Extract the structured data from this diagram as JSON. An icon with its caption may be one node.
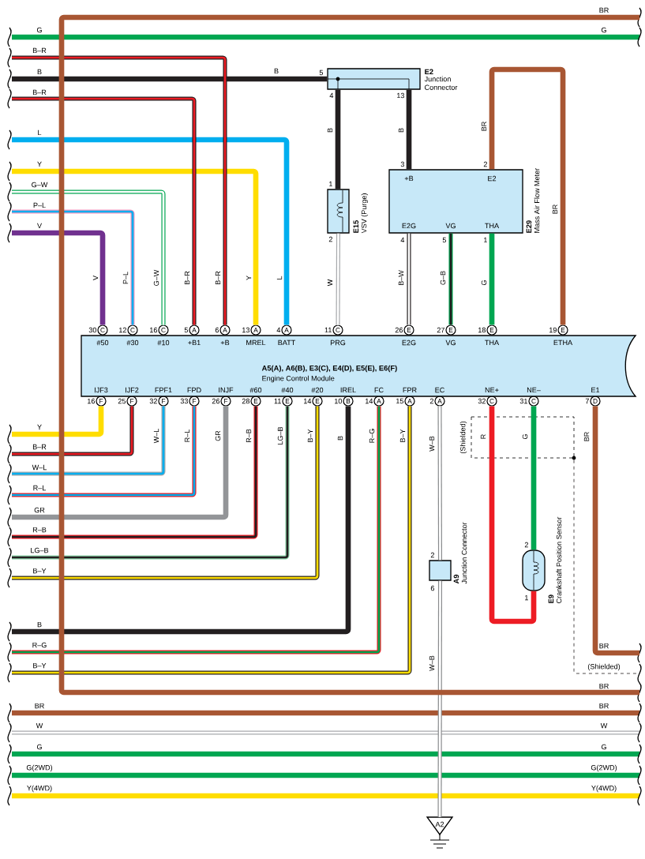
{
  "diagram": {
    "nodes": [
      {
        "text": [
          "E2",
          "Junction Connector"
        ],
        "beside": [
          "5",
          "4",
          "13"
        ]
      },
      {
        "text": [
          "E15",
          "VSV (Purge)"
        ],
        "beside": [
          "1",
          "2"
        ]
      },
      {
        "text": [
          "+B",
          "E2",
          "E2G",
          "VG",
          "THA",
          "E29",
          "Mass Air Flow Meter"
        ],
        "beside": [
          "3",
          "2",
          "4",
          "5",
          "1"
        ]
      },
      {
        "text": [
          "C"
        ],
        "beside": [
          "30"
        ]
      },
      {
        "text": [
          "C"
        ],
        "beside": [
          "12"
        ]
      },
      {
        "text": [
          "C"
        ],
        "beside": [
          "16"
        ]
      },
      {
        "text": [
          "A"
        ],
        "beside": [
          "5"
        ]
      },
      {
        "text": [
          "A"
        ],
        "beside": [
          "6"
        ]
      },
      {
        "text": [
          "A"
        ],
        "beside": [
          "13"
        ]
      },
      {
        "text": [
          "A"
        ],
        "beside": [
          "4"
        ]
      },
      {
        "text": [
          "C"
        ],
        "beside": [
          "11"
        ]
      },
      {
        "text": [
          "E"
        ],
        "beside": [
          "26"
        ]
      },
      {
        "text": [
          "E"
        ],
        "beside": [
          "27"
        ]
      },
      {
        "text": [
          "E"
        ],
        "beside": [
          "18"
        ]
      },
      {
        "text": [
          "E"
        ],
        "beside": [
          "19"
        ]
      },
      {
        "text": [
          "#50",
          "#30",
          "#10",
          "+B1",
          "+B",
          "MREL",
          "BATT",
          "PRG",
          "E2G",
          "VG",
          "THA",
          "ETHA",
          "A5(A), A6(B), E3(C), E4(D), E5(E), E6(F)",
          "Engine Control Module",
          "IJF3",
          "IJF2",
          "FPF1",
          "FPD",
          "INJF",
          "#60",
          "#40",
          "#20",
          "IREL",
          "FC",
          "FPR",
          "EC",
          "NE+",
          "NE–",
          "E1"
        ]
      },
      {
        "text": [
          "F"
        ],
        "beside": [
          "16"
        ]
      },
      {
        "text": [
          "F"
        ],
        "beside": [
          "25"
        ]
      },
      {
        "text": [
          "F"
        ],
        "beside": [
          "32"
        ]
      },
      {
        "text": [
          "F"
        ],
        "beside": [
          "33"
        ]
      },
      {
        "text": [
          "F"
        ],
        "beside": [
          "26"
        ]
      },
      {
        "text": [
          "E"
        ],
        "beside": [
          "28"
        ]
      },
      {
        "text": [
          "E"
        ],
        "beside": [
          "11"
        ]
      },
      {
        "text": [
          "E"
        ],
        "beside": [
          "14"
        ]
      },
      {
        "text": [
          "B"
        ],
        "beside": [
          "10"
        ]
      },
      {
        "text": [
          "A"
        ],
        "beside": [
          "14"
        ]
      },
      {
        "text": [
          "A"
        ],
        "beside": [
          "15"
        ]
      },
      {
        "text": [
          "A"
        ],
        "beside": [
          "2"
        ]
      },
      {
        "text": [
          "C"
        ],
        "beside": [
          "32"
        ]
      },
      {
        "text": [
          "C"
        ],
        "beside": [
          "31"
        ]
      },
      {
        "text": [
          "D"
        ],
        "beside": [
          "7"
        ]
      },
      {
        "text": [],
        "shape": "circle"
      },
      {
        "text": [
          "A9",
          "Junction Connector"
        ],
        "beside": [
          "2",
          "6"
        ]
      },
      {
        "text": [
          "E9",
          "Crankshaft Position Sensor"
        ],
        "beside": [
          "2",
          "1"
        ]
      },
      {
        "text": [
          "A2"
        ]
      }
    ],
    "edges": [
      {
        "from": null,
        "to": 7,
        "arrow": "none",
        "label": "B–R",
        "color": "#231f20"
      },
      {
        "from": null,
        "to": 0,
        "arrow": "none",
        "label": "B",
        "color": "#231f20"
      },
      {
        "from": null,
        "to": 6,
        "arrow": "none",
        "label": "B–R",
        "color": "#231f20"
      },
      {
        "from": null,
        "to": 9,
        "arrow": "none",
        "label": "L",
        "color": "#00aeef"
      },
      {
        "from": null,
        "to": 8,
        "arrow": "none",
        "label": "Y",
        "color": "#ffdd00"
      },
      {
        "from": null,
        "to": 5,
        "arrow": "none",
        "label": "G–W",
        "color": "#00a651"
      },
      {
        "from": null,
        "to": 4,
        "arrow": "none",
        "label": "P–L",
        "color": "#f49ac1"
      },
      {
        "from": null,
        "to": 3,
        "arrow": "none",
        "label": "V",
        "color": "#70318f"
      },
      {
        "from": 0,
        "to": 1,
        "arrow": "none",
        "label": "B",
        "color": "#231f20"
      },
      {
        "from": 0,
        "to": 2,
        "arrow": "none",
        "label": "B",
        "color": "#231f20"
      },
      {
        "from": 1,
        "to": 10,
        "arrow": "none",
        "label": "W",
        "color": "#a7a9ac"
      },
      {
        "from": 2,
        "to": 11,
        "arrow": "none",
        "label": "B–W",
        "color": "#231f20"
      },
      {
        "from": 2,
        "to": 12,
        "arrow": "none",
        "label": "G–B",
        "color": "#00a651"
      },
      {
        "from": 2,
        "to": 13,
        "arrow": "none",
        "label": "G",
        "color": "#00a651"
      },
      {
        "from": 2,
        "to": 14,
        "arrow": "none",
        "label": "BR",
        "color": "#a85633"
      },
      {
        "from": 16,
        "to": null,
        "arrow": "none",
        "label": "Y",
        "color": "#ffdd00"
      },
      {
        "from": 17,
        "to": null,
        "arrow": "none",
        "label": "B–R",
        "color": "#231f20"
      },
      {
        "from": 18,
        "to": null,
        "arrow": "none",
        "label": "W–L",
        "color": "#a7a9ac"
      },
      {
        "from": 19,
        "to": null,
        "arrow": "none",
        "label": "R–L",
        "color": "#ed1c24"
      },
      {
        "from": 20,
        "to": null,
        "arrow": "none",
        "label": "GR",
        "color": "#939598"
      },
      {
        "from": 21,
        "to": null,
        "arrow": "none",
        "label": "R–B",
        "color": "#ed1c24"
      },
      {
        "from": 22,
        "to": null,
        "arrow": "none",
        "label": "LG–B",
        "color": "#86cfa3"
      },
      {
        "from": 23,
        "to": null,
        "arrow": "none",
        "label": "B–Y",
        "color": "#231f20"
      },
      {
        "from": 24,
        "to": null,
        "arrow": "none",
        "label": "B",
        "color": "#231f20"
      },
      {
        "from": 25,
        "to": null,
        "arrow": "none",
        "label": "R–G",
        "color": "#ed1c24"
      },
      {
        "from": 26,
        "to": null,
        "arrow": "none",
        "label": "B–Y",
        "color": "#231f20"
      },
      {
        "from": 27,
        "to": 32,
        "arrow": "none",
        "label": "W–B",
        "color": "#8a8c8e"
      },
      {
        "from": 32,
        "to": 34,
        "arrow": "none",
        "label": "W–B",
        "color": "#8a8c8e"
      },
      {
        "from": 28,
        "to": 33,
        "arrow": "none",
        "label": "R",
        "color": "#ed1c24"
      },
      {
        "from": 29,
        "to": 33,
        "arrow": "none",
        "label": "G",
        "color": "#00a651"
      },
      {
        "from": 30,
        "to": null,
        "arrow": "none",
        "label": "BR",
        "color": "#a85633"
      },
      {
        "from": 31,
        "to": null,
        "arrow": "none",
        "label": "(Shielded)",
        "style": "dashed",
        "color": "#231f20"
      }
    ],
    "labels": [
      "BR",
      "G",
      "G",
      "B–R",
      "B",
      "B–R",
      "L",
      "Y",
      "G–W",
      "P–L",
      "V",
      "BR",
      "W–L",
      "R–L",
      "GR",
      "R–B",
      "LG–B",
      "B–Y",
      "B",
      "R–G",
      "B–Y",
      "BR",
      "BR",
      "BR",
      "BR",
      "W",
      "W",
      "G",
      "G",
      "G(2WD)",
      "G(2WD)",
      "Y(4WD)",
      "Y(4WD)",
      "(Shielded)"
    ]
  }
}
